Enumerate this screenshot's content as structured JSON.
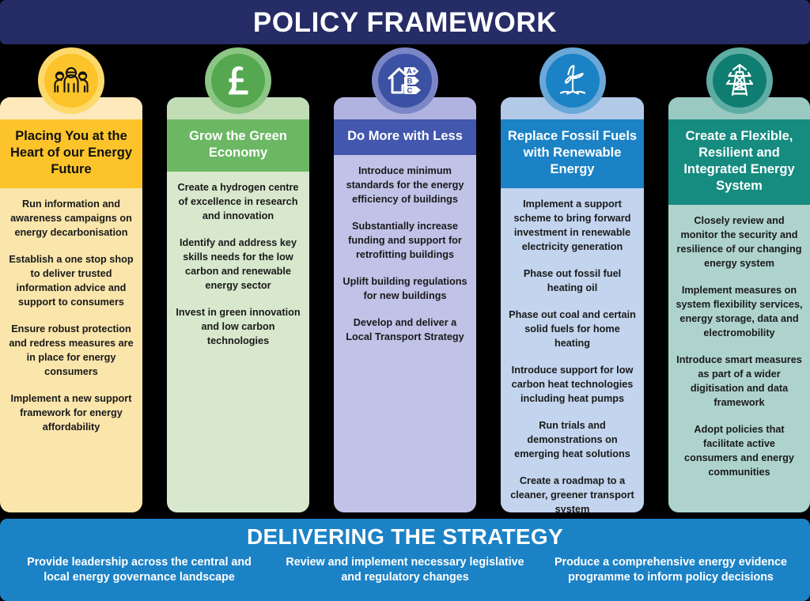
{
  "header": {
    "title": "POLICY FRAMEWORK",
    "background_color": "#262c66",
    "text_color": "#ffffff"
  },
  "pillars": [
    {
      "id": "placing-you-at-the-heart",
      "icon": "people-group-icon",
      "title": "Placing You at the Heart of our Energy Future",
      "head_color": "#fcc42a",
      "body_color": "#fae5ab",
      "shoulder_color": "#fde9bb",
      "badge_color": "#fcc42a",
      "badge_ring_color": "#fdd96b",
      "icon_color": "#111111",
      "title_color": "#111111",
      "items": [
        "Run information and awareness campaigns on energy decarbonisation",
        "Establish a one stop shop to deliver trusted information advice and support to consumers",
        "Ensure robust protection and redress measures are in place for energy consumers",
        "Implement a new support framework for energy affordability"
      ]
    },
    {
      "id": "grow-the-green-economy",
      "icon": "pound-sterling-icon",
      "title": "Grow the Green Economy",
      "head_color": "#6cb764",
      "body_color": "#d7e8cd",
      "shoulder_color": "#c2dcb6",
      "badge_color": "#55a84f",
      "badge_ring_color": "#8cc684",
      "icon_color": "#ffffff",
      "title_color": "#ffffff",
      "items": [
        "Create a hydrogen centre of excellence in research and innovation",
        "Identify and address key skills needs for the low carbon and renewable energy sector",
        "Invest in green innovation and low carbon technologies"
      ]
    },
    {
      "id": "do-more-with-less",
      "icon": "house-energy-rating-icon",
      "title": "Do More with Less",
      "head_color": "#4257ad",
      "body_color": "#c1c2e8",
      "shoulder_color": "#b0b2e0",
      "badge_color": "#3b51a3",
      "badge_ring_color": "#7b86c7",
      "icon_color": "#ffffff",
      "title_color": "#ffffff",
      "items": [
        "Introduce minimum standards for the energy efficiency of buildings",
        "Substantially increase funding and support for retrofitting buildings",
        "Uplift building regulations for new buildings",
        "Develop and deliver a Local Transport Strategy"
      ]
    },
    {
      "id": "replace-fossil-fuels",
      "icon": "wind-turbine-icon",
      "title": "Replace Fossil Fuels with Renewable Energy",
      "head_color": "#1b82c6",
      "body_color": "#c3d4ee",
      "shoulder_color": "#b3c9e8",
      "badge_color": "#1b82c6",
      "badge_ring_color": "#6aa8d8",
      "icon_color": "#ffffff",
      "title_color": "#ffffff",
      "items": [
        "Implement a support scheme to bring forward investment in renewable electricity generation",
        "Phase out fossil fuel heating oil",
        "Phase out coal and certain solid fuels for home heating",
        "Introduce support for low carbon heat technologies including heat pumps",
        "Run trials and demonstrations on emerging heat solutions",
        "Create a roadmap to a cleaner, greener transport system"
      ]
    },
    {
      "id": "flexible-resilient-integrated",
      "icon": "electricity-pylon-icon",
      "title": "Create a Flexible, Resilient and Integrated Energy System",
      "head_color": "#168b80",
      "body_color": "#aed3cd",
      "shoulder_color": "#9ac9c2",
      "badge_color": "#0f7d72",
      "badge_ring_color": "#5eada4",
      "icon_color": "#ffffff",
      "title_color": "#ffffff",
      "items": [
        "Closely review and monitor the security and resilience of our changing energy system",
        "Implement measures on system flexibility services, energy storage, data and electromobility",
        "Introduce smart measures as part of a wider digitisation and data framework",
        "Adopt policies that facilitate active consumers and energy communities"
      ]
    }
  ],
  "footer": {
    "title": "DELIVERING THE STRATEGY",
    "background_color": "#1b82c6",
    "text_color": "#ffffff",
    "items": [
      "Provide leadership across the central and local energy governance landscape",
      "Review and implement necessary legislative and regulatory changes",
      "Produce a comprehensive energy evidence programme to inform policy decisions"
    ]
  }
}
